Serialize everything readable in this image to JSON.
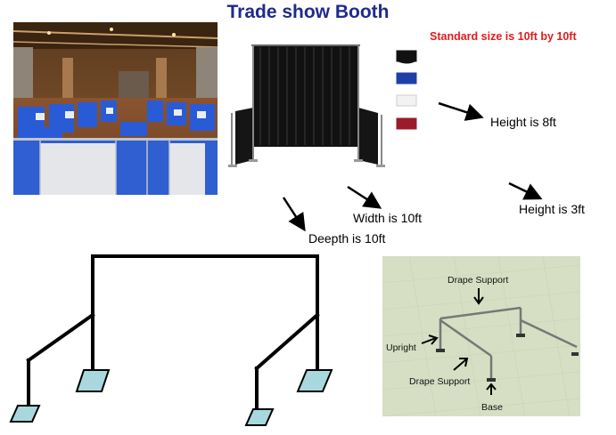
{
  "title": "Trade show Booth",
  "standard_size": "Standard size is 10ft by 10ft",
  "labels": {
    "height_8": "Height is 8ft",
    "height_3": "Height is 3ft",
    "width": "Width is 10ft",
    "depth": "Deepth is 10ft"
  },
  "render_labels": {
    "drape_support_top": "Drape Support",
    "upright": "Upright",
    "drape_support_side": "Drape Support",
    "base": "Base"
  },
  "colors": {
    "title": "#1f2a8c",
    "standard_size": "#e31b1b",
    "swatches": [
      "#111111",
      "#1f3fa8",
      "#f2f2f2",
      "#9b1b2a"
    ],
    "base_plate": "#a8d8de",
    "render_bg": "#d6dfc4"
  }
}
